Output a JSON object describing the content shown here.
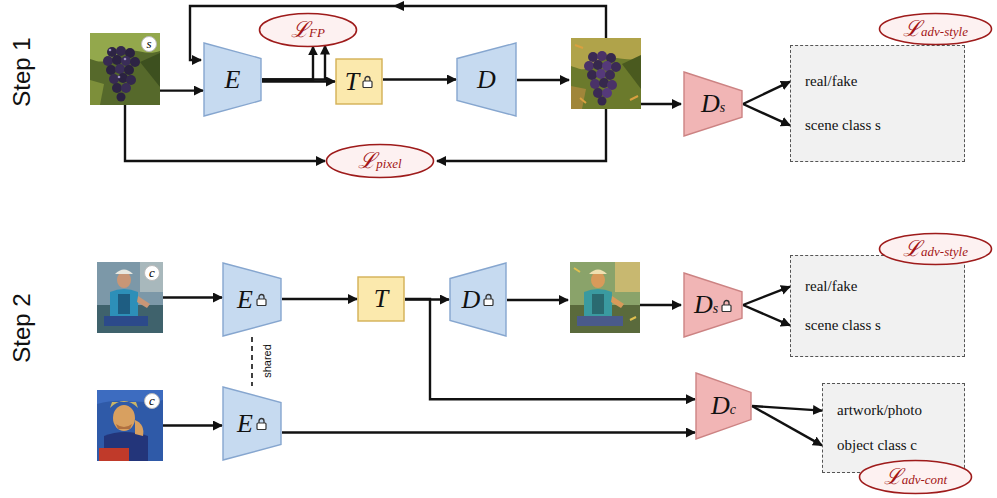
{
  "diagram": {
    "nodes": [
      {
        "text": [
          "s"
        ]
      },
      {
        "text": [
          "E"
        ]
      },
      {
        "text": [
          "T"
        ]
      },
      {
        "text": [
          "D"
        ]
      },
      {
        "text": [
          "ℒFP"
        ]
      },
      {
        "text": [
          "ℒpixel"
        ]
      },
      {
        "text": [
          "Ds"
        ]
      },
      {
        "text": [
          "real/fake",
          "scene class s"
        ]
      },
      {
        "text": [
          "ℒadv-style"
        ]
      },
      {
        "text": [
          "c"
        ]
      },
      {
        "text": [
          "E"
        ]
      },
      {
        "text": [
          "T"
        ]
      },
      {
        "text": [
          "D"
        ]
      },
      {
        "text": [
          "Ds"
        ]
      },
      {
        "text": [
          "real/fake",
          "scene class s"
        ]
      },
      {
        "text": [
          "ℒadv-style"
        ]
      },
      {
        "text": [
          "c"
        ]
      },
      {
        "text": [
          "E"
        ]
      },
      {
        "text": [
          "Dc"
        ]
      },
      {
        "text": [
          "artwork/photo",
          "object class c"
        ]
      },
      {
        "text": [
          "ℒadv-cont"
        ]
      }
    ],
    "edges": [
      {
        "from": 0,
        "to": 1,
        "arrow": "to"
      },
      {
        "from": 1,
        "to": 2,
        "arrow": "to"
      },
      {
        "from": 2,
        "to": 3,
        "arrow": "to"
      },
      {
        "from": 1,
        "to": 4,
        "arrow": "to"
      },
      {
        "from": 1,
        "to": 4,
        "arrow": "to"
      },
      {
        "from": 0,
        "to": 5,
        "arrow": "to"
      },
      {
        "from": 6,
        "to": 7,
        "arrow": "to"
      },
      {
        "from": 6,
        "to": 7,
        "arrow": "to"
      },
      {
        "from": 9,
        "to": 10,
        "arrow": "to"
      },
      {
        "from": 10,
        "to": 11,
        "arrow": "to"
      },
      {
        "from": 11,
        "to": 12,
        "arrow": "to"
      },
      {
        "from": 13,
        "to": 14,
        "arrow": "to"
      },
      {
        "from": 13,
        "to": 14,
        "arrow": "to"
      },
      {
        "from": 11,
        "to": 18,
        "arrow": "to"
      },
      {
        "from": 16,
        "to": 17,
        "arrow": "to"
      },
      {
        "from": 10,
        "to": 17,
        "arrow": "none"
      },
      {
        "from": 17,
        "to": 18,
        "arrow": "to"
      },
      {
        "from": 18,
        "to": 19,
        "arrow": "to"
      },
      {
        "from": 18,
        "to": 19,
        "arrow": "to"
      }
    ],
    "labels": [
      "Step 1",
      "Step 2",
      "shared"
    ]
  }
}
